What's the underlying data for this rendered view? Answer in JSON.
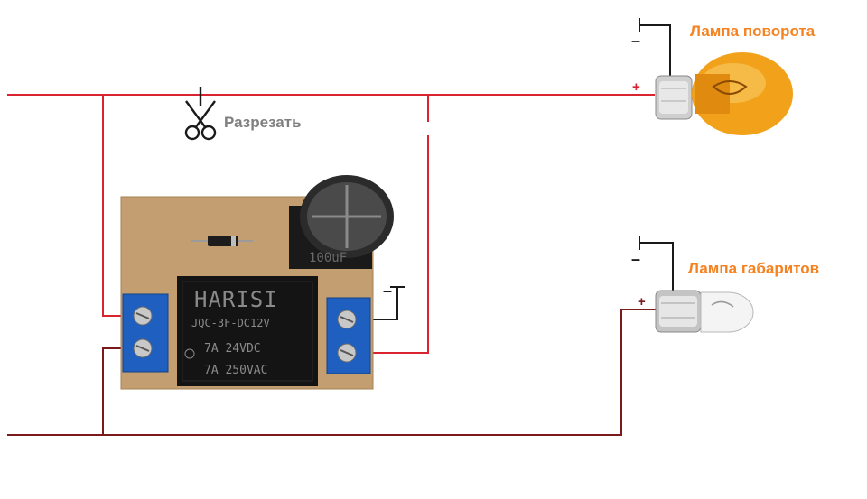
{
  "labels": {
    "turn_lamp": "Лампа поворота",
    "parking_lamp": "Лампа габаритов",
    "cut": "Разрезать"
  },
  "signs": {
    "minus": "–",
    "plus": "+"
  },
  "relay": {
    "brand": "HARISI",
    "model": "JQC-3F-DC12V",
    "rating_dc": "7A  24VDC",
    "rating_ac": "7A  250VAC",
    "capacitor": "100uF"
  },
  "colors": {
    "wire_red": "#d9232e",
    "wire_dark": "#7a1a1a",
    "wire_ground": "#1a1a1a",
    "label_orange": "#f5821f",
    "label_gray": "#7f7f7f",
    "board": "#c29e71",
    "terminal": "#1f5fbf",
    "relay_body": "#141414"
  },
  "icons": [
    "scissors-icon",
    "ground-symbol-icon"
  ]
}
